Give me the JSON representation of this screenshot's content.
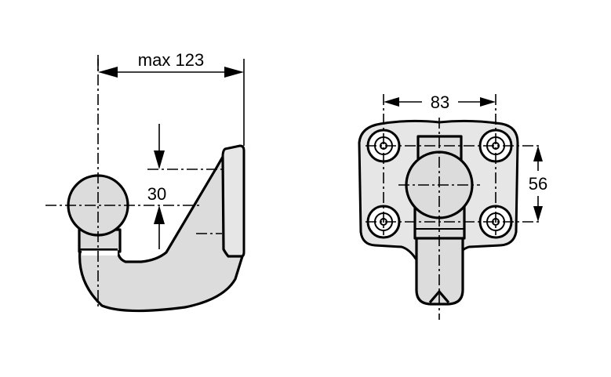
{
  "dimensions": {
    "overall_length": "max 123",
    "ball_height_offset": "30",
    "bolt_spacing_horizontal": "83",
    "bolt_spacing_vertical": "56"
  }
}
